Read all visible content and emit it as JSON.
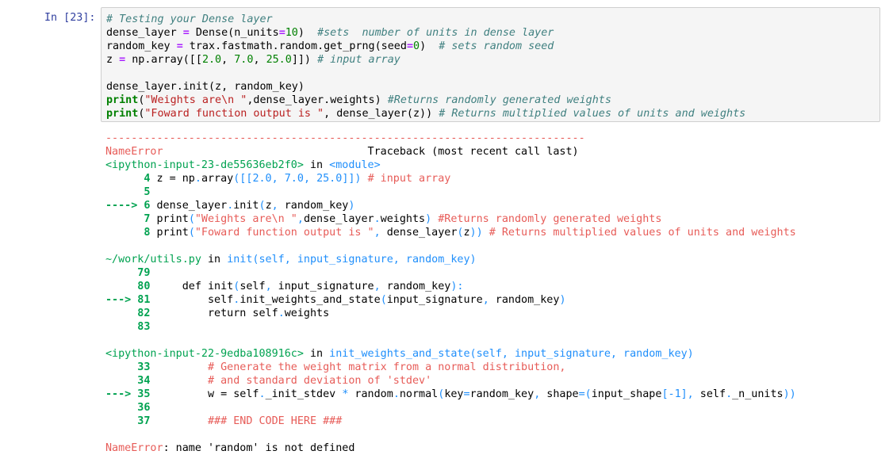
{
  "cell": {
    "prompt": "In [23]:",
    "input_lines": [
      "# Testing your Dense layer",
      "dense_layer = Dense(n_units=10)  #sets  number of units in dense layer",
      "random_key = trax.fastmath.random.get_prng(seed=0)  # sets random seed",
      "z = np.array([[2.0, 7.0, 25.0]]) # input array",
      "",
      "dense_layer.init(z, random_key)",
      "print(\"Weights are\\n \",dense_layer.weights) #Returns randomly generated weights",
      "print(\"Foward function output is \", dense_layer(z)) # Returns multiplied values of units and weights"
    ]
  },
  "traceback": {
    "separator": "---------------------------------------------------------------------------",
    "error_name": "NameError",
    "header_right": "Traceback (most recent call last)",
    "frame1_file": "<ipython-input-23-de55636eb2f0>",
    "frame1_in": "in",
    "frame1_module": "<module>",
    "frame2_file": "~/work/utils.py",
    "frame2_in": "in",
    "frame2_func": "init(self, input_signature, random_key)",
    "frame3_file": "<ipython-input-22-9edba108916c>",
    "frame3_in": "in",
    "frame3_func": "init_weights_and_state(self, input_signature, random_key)",
    "final_error": "NameError",
    "final_message": ": name 'random' is not defined"
  }
}
